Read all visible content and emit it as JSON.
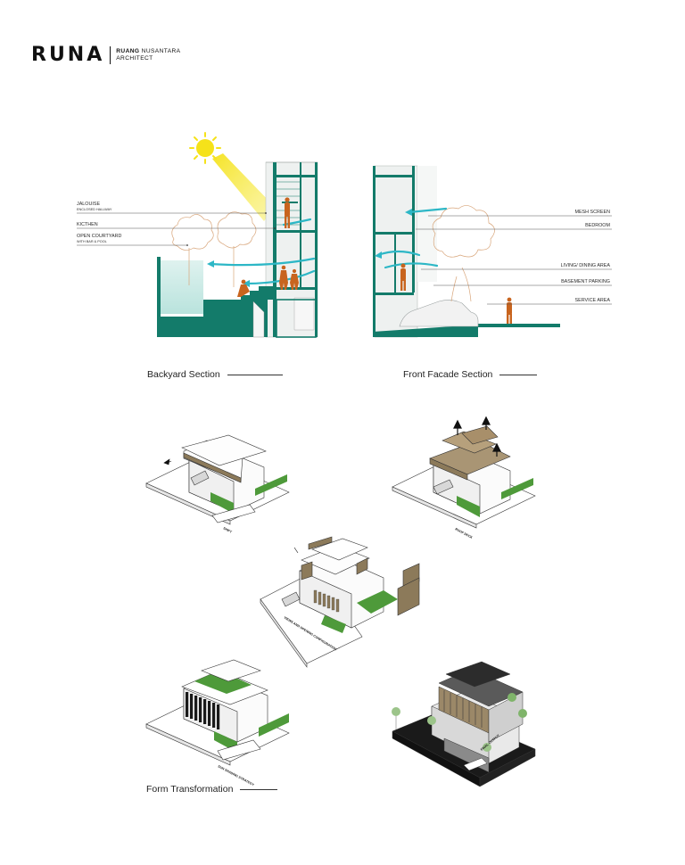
{
  "brand": {
    "wordmark": "RUNA",
    "name_bold": "RUANG",
    "name_rest": " NUSANTARA",
    "subtitle": "ARCHITECT"
  },
  "backyard_section": {
    "caption": "Backyard Section",
    "labels": [
      {
        "main": "JALOUISE",
        "sub": "ENCLOSED HALLWAY"
      },
      {
        "main": "KICTHEN",
        "sub": ""
      },
      {
        "main": "OPEN COURTYARD",
        "sub": "WITH BAR & POOL"
      }
    ]
  },
  "front_section": {
    "caption": "Front Facade Section",
    "labels": [
      "MESH SCREEN",
      "BEDROOM",
      "LIVING/ DINING AREA",
      "BASEMENT PARKING",
      "SERVICE AREA"
    ]
  },
  "form_transformation": {
    "caption": "Form Transformation",
    "steps": [
      "SHIFT",
      "ROOF DECK",
      "VIEWS AND OPENING CONFIGURATION",
      "SUN SHADING STRATEGY",
      "FINAL OUTPUT"
    ]
  },
  "colors": {
    "teal": "#137b6a",
    "sun": "#f5e21a",
    "figure": "#c8641e",
    "tree": "#d8a57a",
    "grass": "#4e9a3a",
    "wood": "#8c7a5a",
    "dark": "#1a1a1a"
  }
}
